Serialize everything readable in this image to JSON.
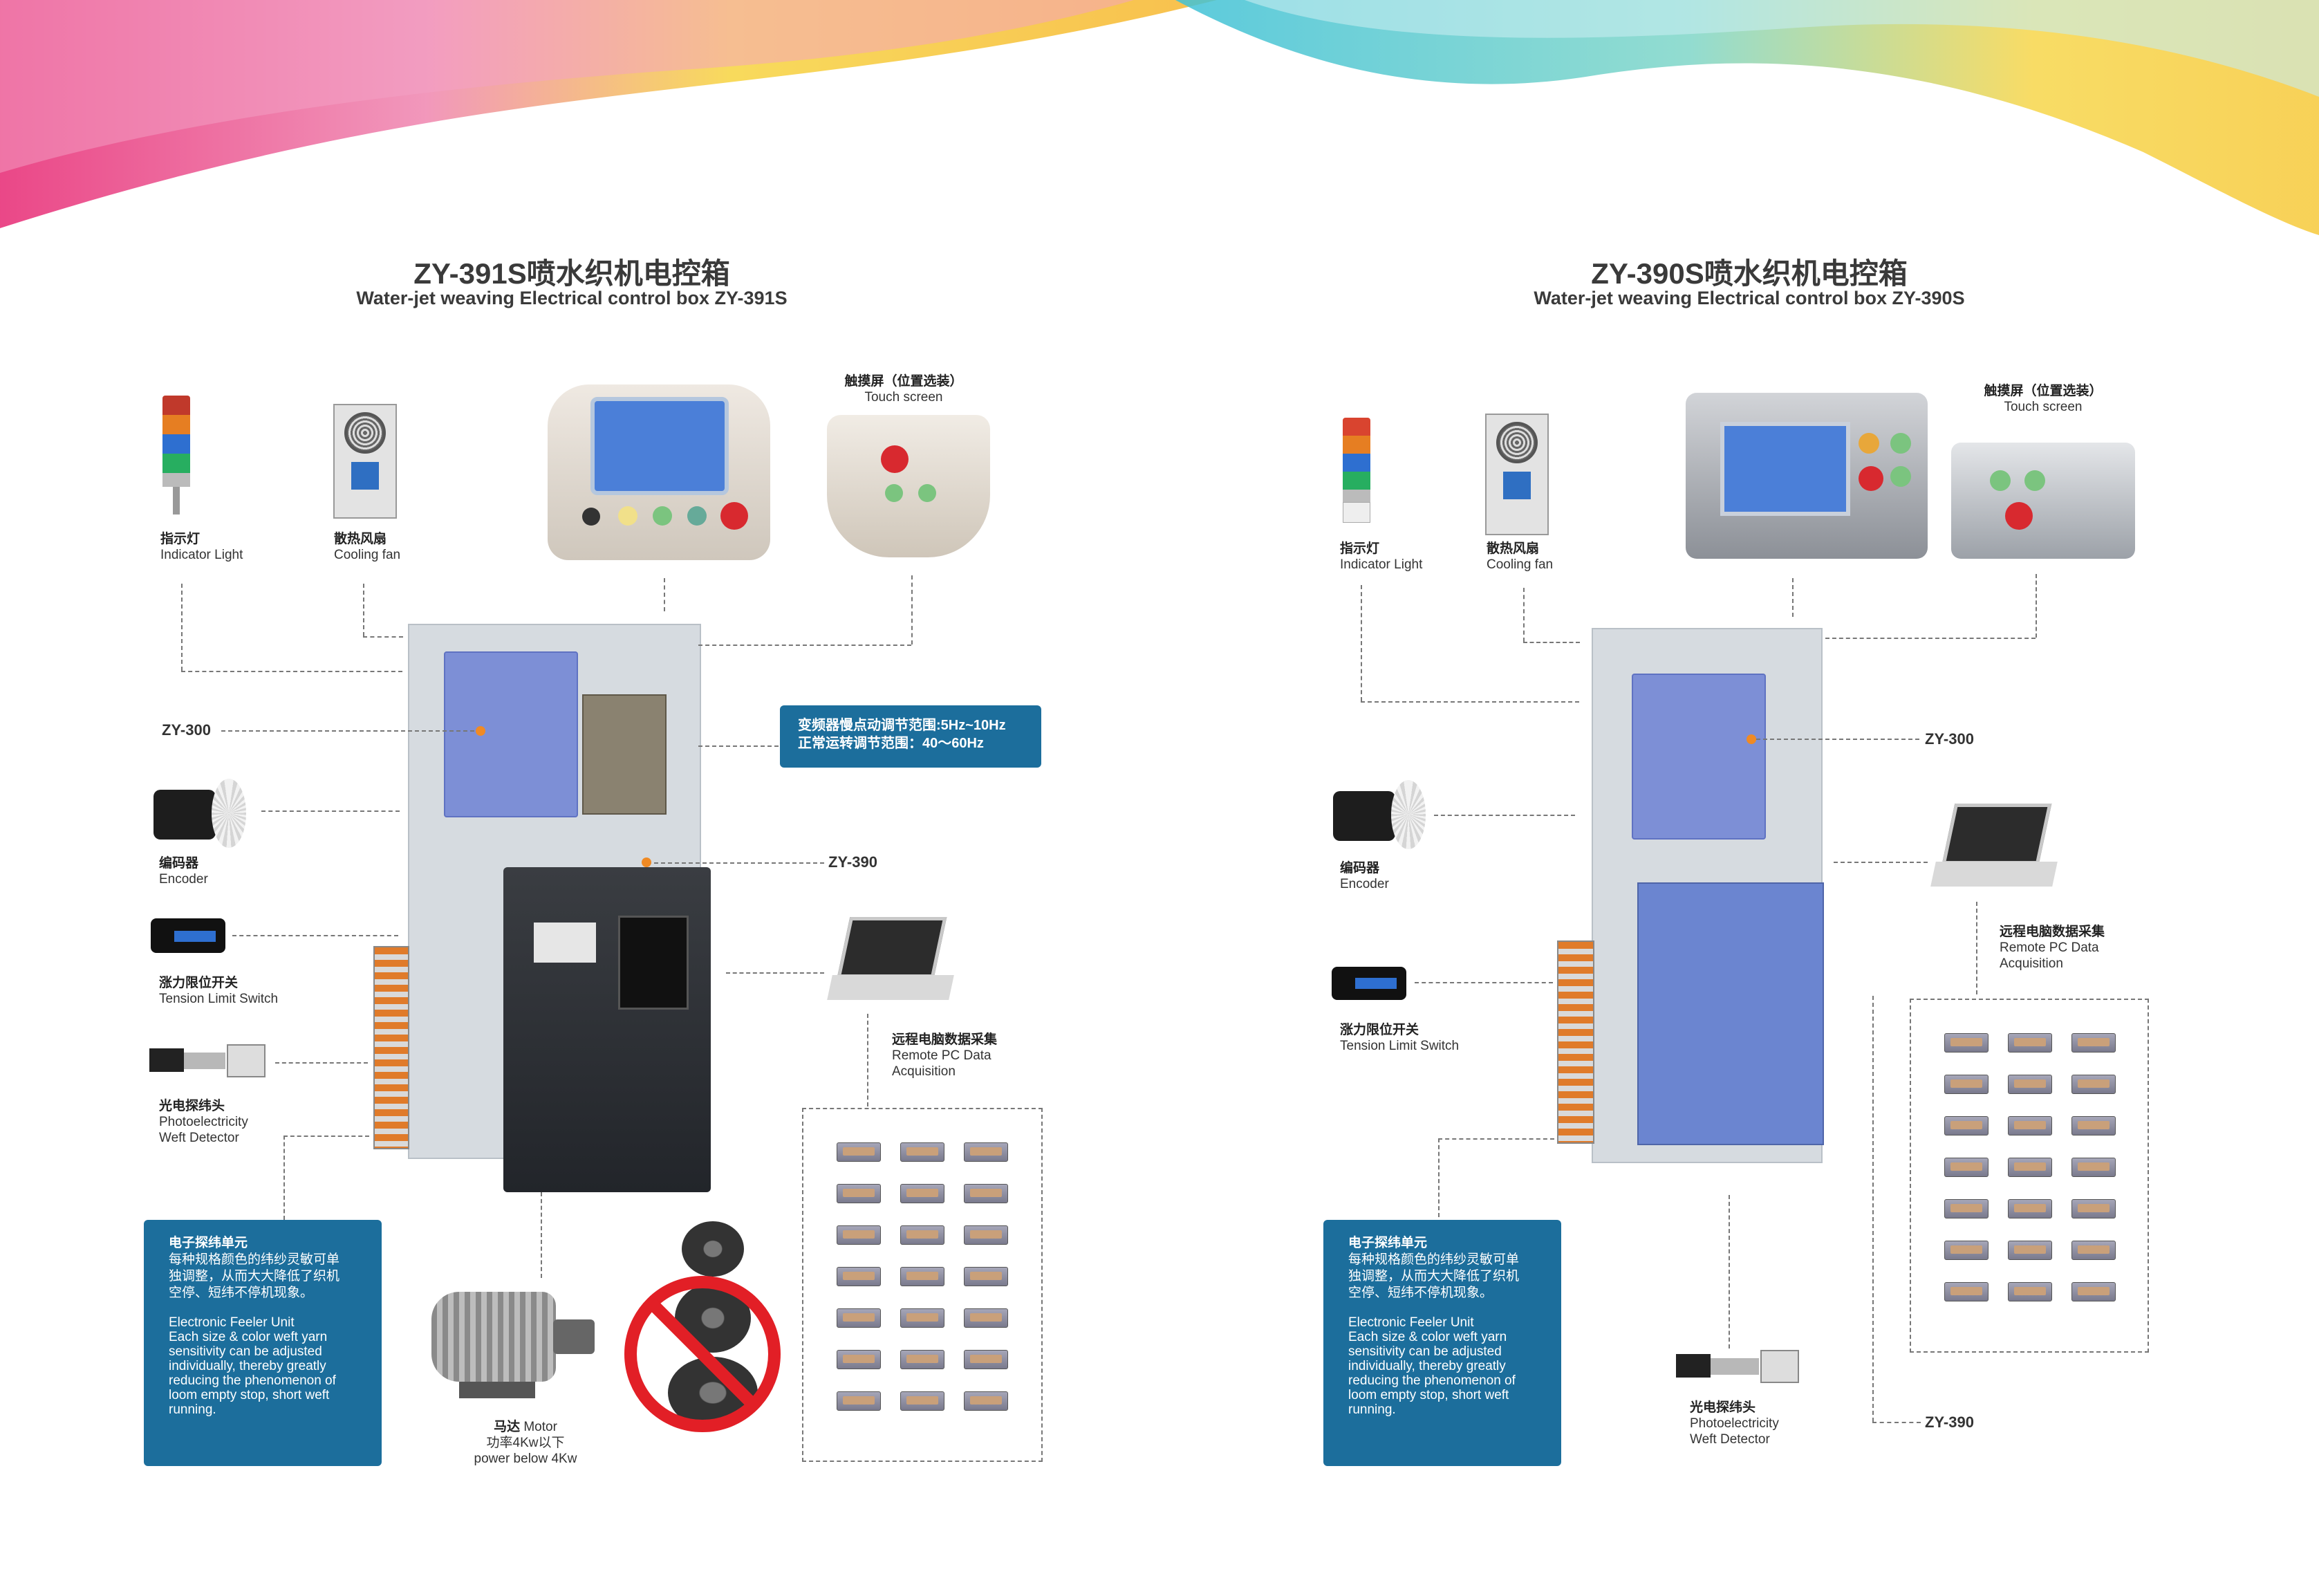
{
  "colors": {
    "accent_blue": "#1c6e9c",
    "swirl_pink": "#e8337a",
    "swirl_yellow": "#f7d64a",
    "swirl_cyan": "#3fc1d6"
  },
  "left": {
    "title_cn": "ZY-391S喷水织机电控箱",
    "title_en": "Water-jet weaving Electrical control box ZY-391S",
    "touch_cn": "触摸屏（位置选装）",
    "touch_en": "Touch screen",
    "indicator_cn": "指示灯",
    "indicator_en": "Indicator Light",
    "fan_cn": "散热风扇",
    "fan_en": "Cooling fan",
    "zy300": "ZY-300",
    "zy390": "ZY-390",
    "encoder_cn": "编码器",
    "encoder_en": "Encoder",
    "tension_cn": "涨力限位开关",
    "tension_en": "Tension Limit Switch",
    "photo_cn": "光电探纬头",
    "photo_en1": "Photoelectricity",
    "photo_en2": "Weft Detector",
    "inverter_line1": "变频器慢点动调节范围:5Hz~10Hz",
    "inverter_line2": "正常运转调节范围：40～60Hz",
    "remote_cn": "远程电脑数据采集",
    "remote_en1": "Remote PC Data",
    "remote_en2": "Acquisition",
    "feeler_title": "电子探纬单元",
    "feeler_cn1": "每种规格颜色的纬纱灵敏可单",
    "feeler_cn2": "独调整，从而大大降低了织机",
    "feeler_cn3": "空停、短纬不停机现象。",
    "feeler_en1": "Electronic Feeler Unit",
    "feeler_en2": "Each size & color weft yarn",
    "feeler_en3": "sensitivity can be adjusted",
    "feeler_en4": "individually, thereby greatly",
    "feeler_en5": "reducing the phenomenon of",
    "feeler_en6": "loom empty stop, short weft",
    "feeler_en7": "running.",
    "motor_cn": "马达",
    "motor_en": "Motor",
    "motor_power_cn": "功率4Kw以下",
    "motor_power_en": "power below 4Kw"
  },
  "right": {
    "title_cn": "ZY-390S喷水织机电控箱",
    "title_en": "Water-jet weaving Electrical control box ZY-390S",
    "touch_cn": "触摸屏（位置选装）",
    "touch_en": "Touch screen",
    "indicator_cn": "指示灯",
    "indicator_en": "Indicator Light",
    "fan_cn": "散热风扇",
    "fan_en": "Cooling fan",
    "zy300": "ZY-300",
    "zy390": "ZY-390",
    "encoder_cn": "编码器",
    "encoder_en": "Encoder",
    "tension_cn": "涨力限位开关",
    "tension_en": "Tension Limit Switch",
    "photo_cn": "光电探纬头",
    "photo_en1": "Photoelectricity",
    "photo_en2": "Weft Detector",
    "remote_cn": "远程电脑数据采集",
    "remote_en1": "Remote PC Data",
    "remote_en2": "Acquisition",
    "feeler_title": "电子探纬单元",
    "feeler_cn1": "每种规格颜色的纬纱灵敏可单",
    "feeler_cn2": "独调整，从而大大降低了织机",
    "feeler_cn3": "空停、短纬不停机现象。",
    "feeler_en1": "Electronic Feeler Unit",
    "feeler_en2": "Each size & color weft yarn",
    "feeler_en3": "sensitivity can be adjusted",
    "feeler_en4": "individually, thereby greatly",
    "feeler_en5": "reducing the phenomenon of",
    "feeler_en6": "loom empty stop, short weft",
    "feeler_en7": "running."
  }
}
